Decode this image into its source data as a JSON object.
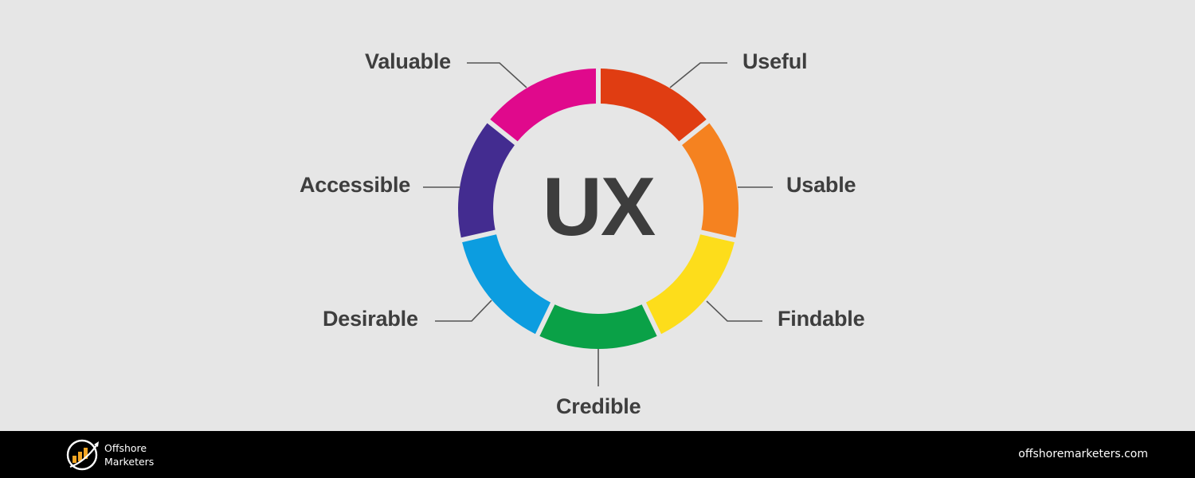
{
  "diagram": {
    "center_label": "UX",
    "segments": [
      {
        "label": "Useful",
        "color": "#e03d12"
      },
      {
        "label": "Usable",
        "color": "#f58220"
      },
      {
        "label": "Findable",
        "color": "#fddd1b"
      },
      {
        "label": "Credible",
        "color": "#0aa147"
      },
      {
        "label": "Desirable",
        "color": "#0c9de0"
      },
      {
        "label": "Accessible",
        "color": "#432c90"
      },
      {
        "label": "Valuable",
        "color": "#e0098c"
      }
    ],
    "connector_color": "#555555",
    "text_color": "#3e3e3e",
    "background": "#e6e6e6"
  },
  "footer": {
    "brand_line1": "Offshore",
    "brand_line2": "Marketers",
    "website": "offshoremarketers.com",
    "logo_icon": "bar-chart-arrow-icon",
    "logo_accent": "#f5a623"
  }
}
